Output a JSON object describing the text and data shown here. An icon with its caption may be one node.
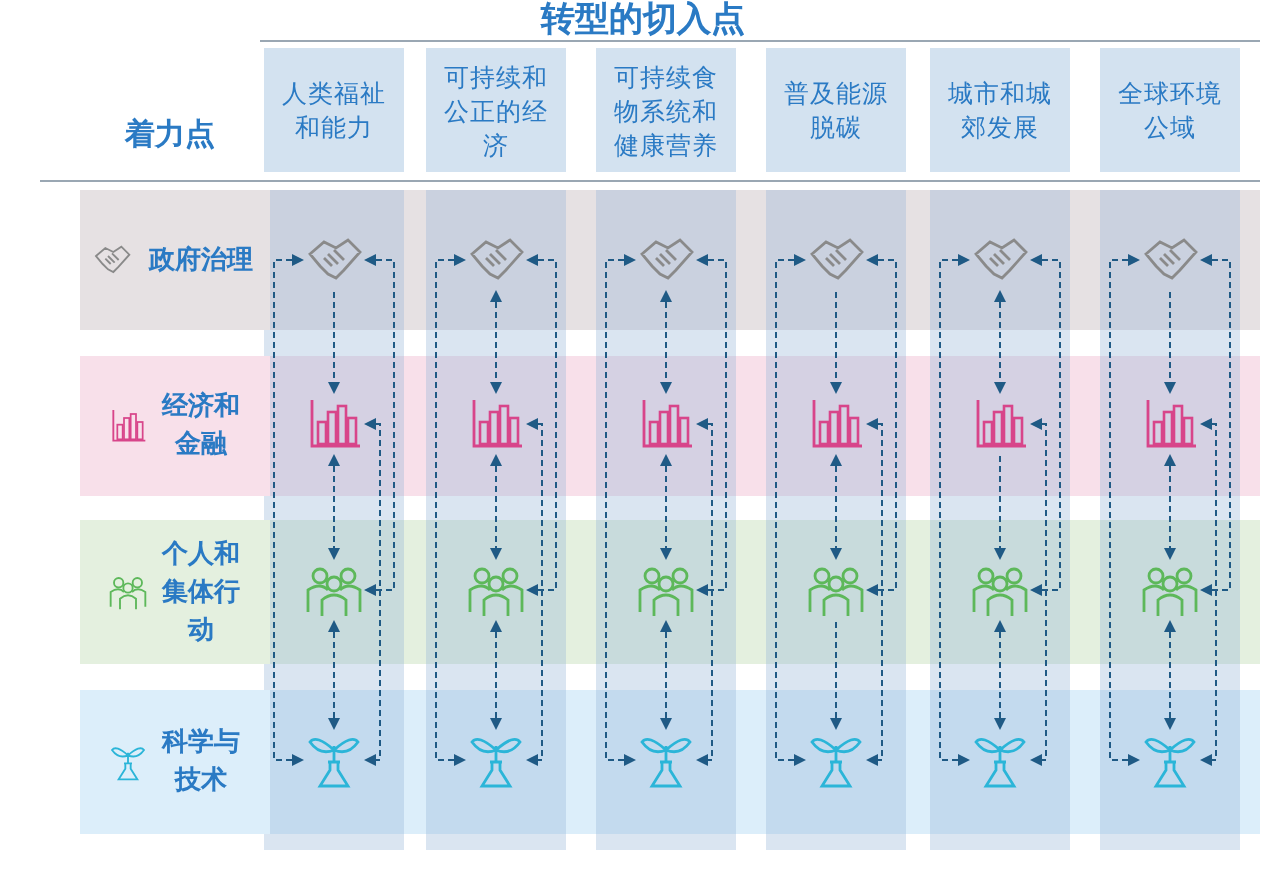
{
  "diagram": {
    "title": "转型的切入点",
    "nodes": [
      {
        "text": [
          "人类福祉和能力"
        ]
      },
      {
        "text": [
          "可持续和公正的经济"
        ]
      },
      {
        "text": [
          "可持续食物系统和健康营养"
        ]
      },
      {
        "text": [
          "普及能源脱碳"
        ]
      },
      {
        "text": [
          "城市和城郊发展"
        ]
      },
      {
        "text": [
          "全球环境公域"
        ]
      },
      {
        "text": [
          "政府治理"
        ]
      },
      {
        "text": [
          "经济和金融"
        ]
      },
      {
        "text": [
          "个人和集体行动"
        ]
      },
      {
        "text": [
          "科学与技术"
        ]
      },
      {
        "text": [],
        "shape": "handshake"
      },
      {
        "text": [],
        "shape": "handshake"
      },
      {
        "text": [],
        "shape": "handshake"
      },
      {
        "text": [],
        "shape": "handshake"
      },
      {
        "text": [],
        "shape": "handshake"
      },
      {
        "text": [],
        "shape": "handshake"
      },
      {
        "text": [],
        "shape": "chart"
      },
      {
        "text": [],
        "shape": "chart"
      },
      {
        "text": [],
        "shape": "chart"
      },
      {
        "text": [],
        "shape": "chart"
      },
      {
        "text": [],
        "shape": "chart"
      },
      {
        "text": [],
        "shape": "chart"
      },
      {
        "text": [],
        "shape": "people"
      },
      {
        "text": [],
        "shape": "people"
      },
      {
        "text": [],
        "shape": "people"
      },
      {
        "text": [],
        "shape": "people"
      },
      {
        "text": [],
        "shape": "people"
      },
      {
        "text": [],
        "shape": "people"
      },
      {
        "text": [],
        "shape": "plant"
      },
      {
        "text": [],
        "shape": "plant"
      },
      {
        "text": [],
        "shape": "plant"
      },
      {
        "text": [],
        "shape": "plant"
      },
      {
        "text": [],
        "shape": "plant"
      },
      {
        "text": [],
        "shape": "plant"
      }
    ],
    "edges": [
      {
        "from": 10,
        "to": 16,
        "arrow": "to",
        "style": "dashed"
      },
      {
        "from": 10,
        "to": 28,
        "arrow": "both",
        "style": "dashed"
      },
      {
        "from": 10,
        "to": 22,
        "arrow": "both",
        "style": "dashed"
      },
      {
        "from": 16,
        "to": 22,
        "arrow": "both",
        "style": "dashed"
      },
      {
        "from": 16,
        "to": 28,
        "arrow": "both",
        "style": "dashed"
      },
      {
        "from": 22,
        "to": 28,
        "arrow": "both",
        "style": "dashed"
      },
      {
        "from": 11,
        "to": 17,
        "arrow": "both",
        "style": "dashed"
      },
      {
        "from": 11,
        "to": 29,
        "arrow": "both",
        "style": "dashed"
      },
      {
        "from": 11,
        "to": 23,
        "arrow": "both",
        "style": "dashed"
      },
      {
        "from": 17,
        "to": 23,
        "arrow": "both",
        "style": "dashed"
      },
      {
        "from": 17,
        "to": 29,
        "arrow": "both",
        "style": "dashed"
      },
      {
        "from": 23,
        "to": 29,
        "arrow": "both",
        "style": "dashed"
      },
      {
        "from": 12,
        "to": 18,
        "arrow": "both",
        "style": "dashed"
      },
      {
        "from": 12,
        "to": 30,
        "arrow": "both",
        "style": "dashed"
      },
      {
        "from": 12,
        "to": 24,
        "arrow": "both",
        "style": "dashed"
      },
      {
        "from": 18,
        "to": 24,
        "arrow": "both",
        "style": "dashed"
      },
      {
        "from": 18,
        "to": 30,
        "arrow": "both",
        "style": "dashed"
      },
      {
        "from": 24,
        "to": 30,
        "arrow": "both",
        "style": "dashed"
      },
      {
        "from": 13,
        "to": 19,
        "arrow": "to",
        "style": "dashed"
      },
      {
        "from": 13,
        "to": 31,
        "arrow": "both",
        "style": "dashed"
      },
      {
        "from": 13,
        "to": 25,
        "arrow": "both",
        "style": "dashed"
      },
      {
        "from": 19,
        "to": 25,
        "arrow": "both",
        "style": "dashed"
      },
      {
        "from": 19,
        "to": 31,
        "arrow": "both",
        "style": "dashed"
      },
      {
        "from": 25,
        "to": 31,
        "arrow": "to",
        "style": "dashed"
      },
      {
        "from": 14,
        "to": 20,
        "arrow": "both",
        "style": "dashed"
      },
      {
        "from": 14,
        "to": 32,
        "arrow": "both",
        "style": "dashed"
      },
      {
        "from": 14,
        "to": 26,
        "arrow": "both",
        "style": "dashed"
      },
      {
        "from": 20,
        "to": 26,
        "arrow": "to",
        "style": "dashed"
      },
      {
        "from": 20,
        "to": 32,
        "arrow": "both",
        "style": "dashed"
      },
      {
        "from": 26,
        "to": 32,
        "arrow": "both",
        "style": "dashed"
      },
      {
        "from": 15,
        "to": 21,
        "arrow": "to",
        "style": "dashed"
      },
      {
        "from": 15,
        "to": 33,
        "arrow": "both",
        "style": "dashed"
      },
      {
        "from": 15,
        "to": 27,
        "arrow": "both",
        "style": "dashed"
      },
      {
        "from": 21,
        "to": 27,
        "arrow": "both",
        "style": "dashed"
      },
      {
        "from": 21,
        "to": 33,
        "arrow": "both",
        "style": "dashed"
      },
      {
        "from": 27,
        "to": 33,
        "arrow": "both",
        "style": "dashed"
      }
    ],
    "labels": [
      "着力点"
    ]
  }
}
